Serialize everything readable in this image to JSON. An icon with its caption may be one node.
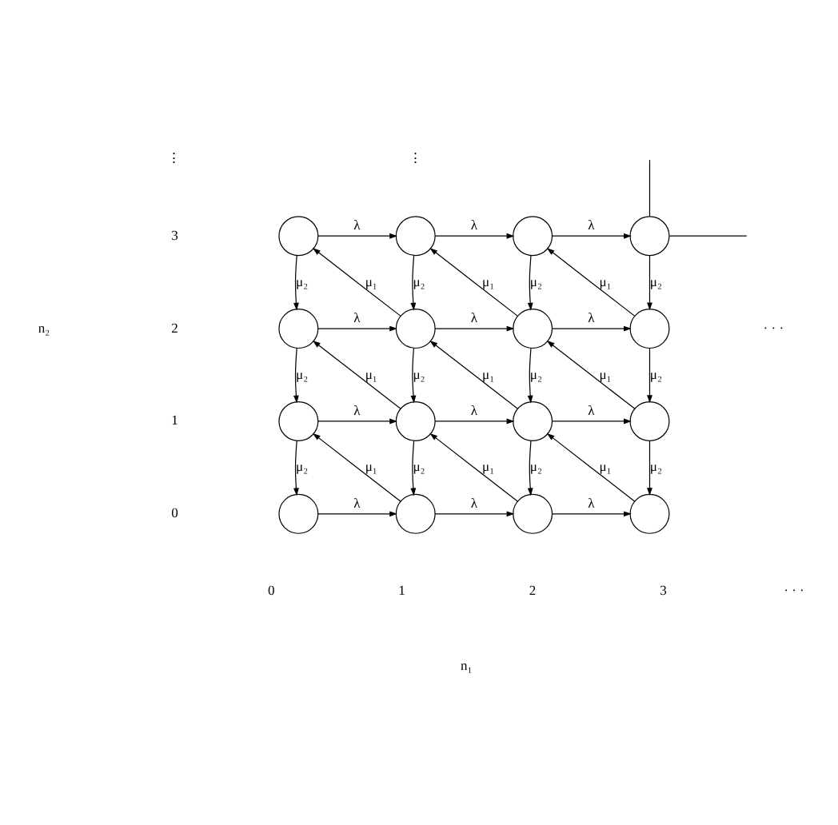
{
  "diagram": {
    "nodes": [
      {
        "text": [],
        "shape": "circle"
      },
      {
        "text": [],
        "shape": "circle"
      },
      {
        "text": [],
        "shape": "circle"
      },
      {
        "text": [],
        "shape": "circle"
      },
      {
        "text": [],
        "shape": "circle"
      },
      {
        "text": [],
        "shape": "circle"
      },
      {
        "text": [],
        "shape": "circle"
      },
      {
        "text": [],
        "shape": "circle"
      },
      {
        "text": [],
        "shape": "circle"
      },
      {
        "text": [],
        "shape": "circle"
      },
      {
        "text": [],
        "shape": "circle"
      },
      {
        "text": [],
        "shape": "circle"
      },
      {
        "text": [],
        "shape": "circle"
      },
      {
        "text": [],
        "shape": "circle"
      },
      {
        "text": [],
        "shape": "circle"
      },
      {
        "text": [],
        "shape": "circle"
      }
    ],
    "edges": [
      {
        "from": 0,
        "to": 1,
        "arrow": "to",
        "label": "λ"
      },
      {
        "from": 1,
        "to": 2,
        "arrow": "to",
        "label": "λ"
      },
      {
        "from": 2,
        "to": 3,
        "arrow": "to",
        "label": "λ"
      },
      {
        "from": 3,
        "to": null,
        "arrow": "none"
      },
      {
        "from": 3,
        "to": null,
        "arrow": "none"
      },
      {
        "from": 0,
        "to": 4,
        "arrow": "to",
        "label": "μ₂"
      },
      {
        "from": 1,
        "to": 5,
        "arrow": "to",
        "label": "μ₂"
      },
      {
        "from": 2,
        "to": 6,
        "arrow": "to",
        "label": "μ₂"
      },
      {
        "from": 3,
        "to": 7,
        "arrow": "to",
        "label": "μ₂"
      },
      {
        "from": 5,
        "to": 0,
        "arrow": "to",
        "label": "μ₁"
      },
      {
        "from": 6,
        "to": 1,
        "arrow": "to",
        "label": "μ₁"
      },
      {
        "from": 7,
        "to": 2,
        "arrow": "to",
        "label": "μ₁"
      },
      {
        "from": 4,
        "to": 5,
        "arrow": "to",
        "label": "λ"
      },
      {
        "from": 5,
        "to": 6,
        "arrow": "to",
        "label": "λ"
      },
      {
        "from": 6,
        "to": 7,
        "arrow": "to",
        "label": "λ"
      },
      {
        "from": 4,
        "to": 8,
        "arrow": "to",
        "label": "μ₂"
      },
      {
        "from": 5,
        "to": 9,
        "arrow": "to",
        "label": "μ₂"
      },
      {
        "from": 6,
        "to": 10,
        "arrow": "to",
        "label": "μ₂"
      },
      {
        "from": 7,
        "to": 11,
        "arrow": "to",
        "label": "μ₂"
      },
      {
        "from": 9,
        "to": 4,
        "arrow": "to",
        "label": "μ₁"
      },
      {
        "from": 10,
        "to": 5,
        "arrow": "to",
        "label": "μ₁"
      },
      {
        "from": 11,
        "to": 6,
        "arrow": "to",
        "label": "μ₁"
      },
      {
        "from": 8,
        "to": 9,
        "arrow": "to",
        "label": "λ"
      },
      {
        "from": 9,
        "to": 10,
        "arrow": "to",
        "label": "λ"
      },
      {
        "from": 10,
        "to": 11,
        "arrow": "to",
        "label": "λ"
      },
      {
        "from": 8,
        "to": 12,
        "arrow": "to",
        "label": "μ₂"
      },
      {
        "from": 9,
        "to": 13,
        "arrow": "to",
        "label": "μ₂"
      },
      {
        "from": 10,
        "to": 14,
        "arrow": "to",
        "label": "μ₂"
      },
      {
        "from": 11,
        "to": 15,
        "arrow": "to",
        "label": "μ₂"
      },
      {
        "from": 13,
        "to": 8,
        "arrow": "to",
        "label": "μ₁"
      },
      {
        "from": 14,
        "to": 9,
        "arrow": "to",
        "label": "μ₁"
      },
      {
        "from": 15,
        "to": 10,
        "arrow": "to",
        "label": "μ₁"
      },
      {
        "from": 12,
        "to": 13,
        "arrow": "to",
        "label": "λ"
      },
      {
        "from": 13,
        "to": 14,
        "arrow": "to",
        "label": "λ"
      },
      {
        "from": 14,
        "to": 15,
        "arrow": "to",
        "label": "λ"
      }
    ],
    "labels": [
      "⋮",
      "⋮",
      "3",
      "n₂",
      "2",
      "· · ·",
      "1",
      "0",
      "0",
      "1",
      "2",
      "3",
      "· · ·",
      "n₁"
    ]
  }
}
